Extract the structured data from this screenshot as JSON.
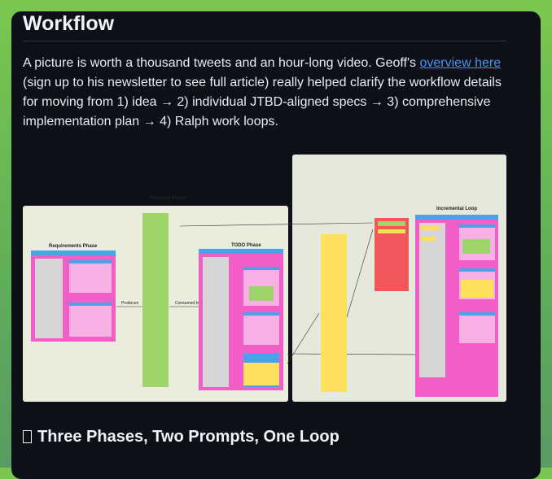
{
  "section": {
    "heading": "Workflow",
    "paragraph": {
      "before_link": "A picture is worth a thousand tweets and an hour-long video. Geoff's ",
      "link_text": "overview here",
      "after_link": " (sign up to his newsletter to see full article) really helped clarify the workflow details for moving from 1) idea → 2) individual JTBD-aligned specs → 3) comprehensive implementation plan → 4) Ralph work loops."
    },
    "subheading": "Three Phases, Two Prompts, One Loop",
    "subheading_icon": "emoji-placeholder-icon"
  },
  "diagram": {
    "planning_label": "Planning Phase",
    "requirements_title": "Requirements Phase",
    "todo_title": "TODO Phase",
    "incremental_title": "Incremental Loop",
    "produces_label": "Produces",
    "consumed_by_label": "Consumed by",
    "colors": {
      "pink": "#f25ec7",
      "blue": "#4aa3e8",
      "green": "#9ed46a",
      "yellow": "#fde05c",
      "red": "#f0565a",
      "gray": "#d6d6d6"
    }
  }
}
